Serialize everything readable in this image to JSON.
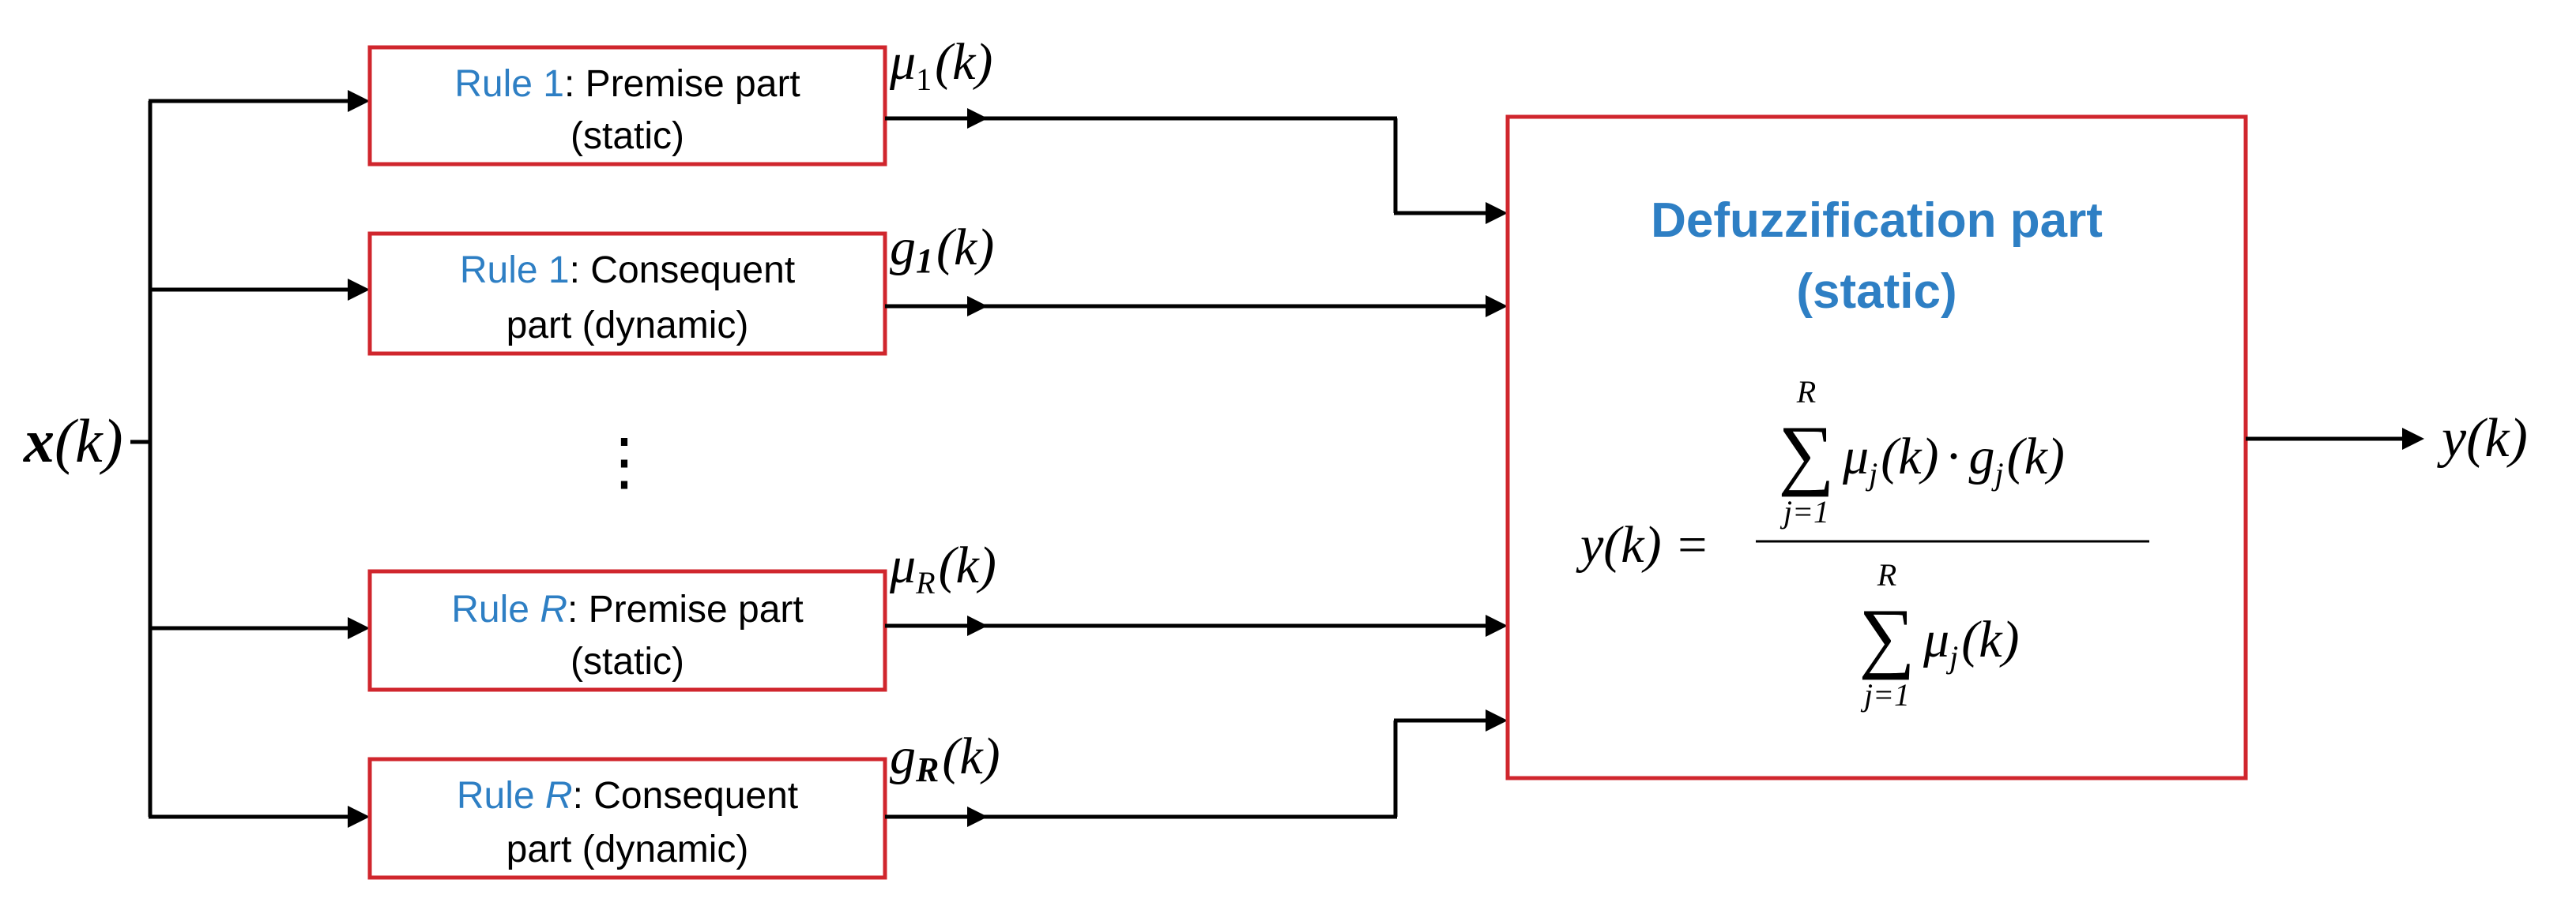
{
  "colors": {
    "box_border": "#d0262d",
    "accent_blue": "#2e7fc4",
    "line": "#000000",
    "text": "#000000"
  },
  "input": {
    "vector": "x",
    "arg": "(k)"
  },
  "rules": [
    {
      "rule_word": "Rule ",
      "rule_id": "1",
      "rule_id_italic": false,
      "line1_rest": ": Premise part",
      "line2": "(static)",
      "signal_base": "μ",
      "signal_sub": "1",
      "signal_sub_italic": false,
      "signal_arg": "(k)"
    },
    {
      "rule_word": "Rule ",
      "rule_id": "1",
      "rule_id_italic": false,
      "line1_rest": ": Consequent",
      "line2": "part (dynamic)",
      "signal_base": "g",
      "signal_sub": "1",
      "signal_sub_italic": true,
      "signal_arg": "(k)"
    },
    {
      "rule_word": "Rule ",
      "rule_id": "R",
      "rule_id_italic": true,
      "line1_rest": ": Premise part",
      "line2": "(static)",
      "signal_base": "μ",
      "signal_sub": "R",
      "signal_sub_italic": false,
      "signal_arg": "(k)"
    },
    {
      "rule_word": "Rule ",
      "rule_id": "R",
      "rule_id_italic": true,
      "line1_rest": ": Consequent",
      "line2": "part (dynamic)",
      "signal_base": "g",
      "signal_sub": "R",
      "signal_sub_italic": true,
      "signal_arg": "(k)"
    }
  ],
  "ellipsis": "⋮",
  "defuzz": {
    "title_line1": "Defuzzification part",
    "title_line2": "(static)",
    "formula": {
      "lhs": "y(k) =",
      "num_sum_upper": "R",
      "num_sum_lower": "j=1",
      "num_mu": "μ",
      "num_mu_sub": "j",
      "num_mu_arg": "(k)",
      "num_dot": "·",
      "num_g": "g",
      "num_g_sub": "j",
      "num_g_arg": "(k)",
      "den_sum_upper": "R",
      "den_sum_lower": "j=1",
      "den_mu": "μ",
      "den_mu_sub": "j",
      "den_mu_arg": "(k)",
      "sigma": "∑"
    }
  },
  "output": {
    "base": "y",
    "arg": "(k)"
  }
}
